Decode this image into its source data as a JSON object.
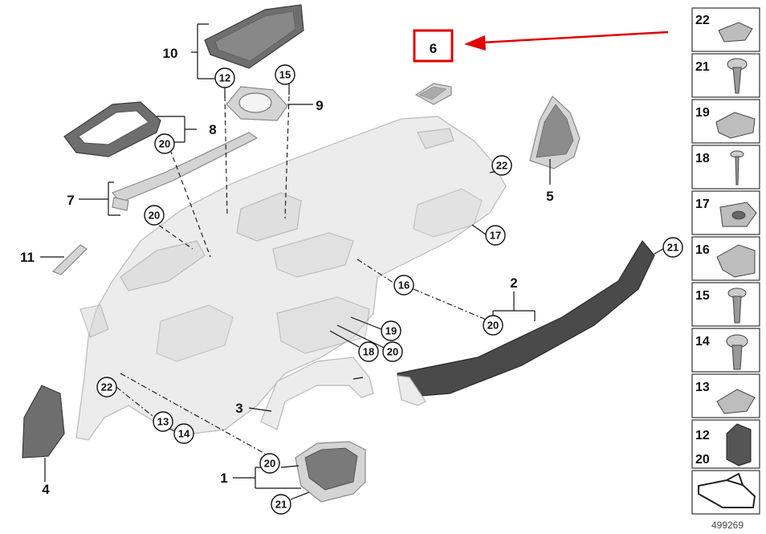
{
  "highlight": {
    "label": "6",
    "color": "#e00000"
  },
  "callouts": {
    "c12": "12",
    "c15": "15",
    "c20a": "20",
    "c20b": "20",
    "c22a": "22",
    "c17": "17",
    "c16": "16",
    "c19": "19",
    "c18": "18",
    "c20c": "20",
    "c21a": "21",
    "c20d": "20",
    "c22b": "22",
    "c13": "13",
    "c14": "14",
    "c20e": "20",
    "c21b": "21"
  },
  "labels": {
    "l10": "10",
    "l9": "9",
    "l8": "8",
    "l7": "7",
    "l11": "11",
    "l5": "5",
    "l2": "2",
    "l3": "3",
    "l4": "4",
    "l1": "1"
  },
  "side_panel": {
    "items": [
      "22",
      "21",
      "19",
      "18",
      "17",
      "16",
      "15",
      "14",
      "13",
      "12",
      "20"
    ]
  },
  "diagram_id": "499269",
  "colors": {
    "accent": "#e00000",
    "line": "#111111"
  }
}
